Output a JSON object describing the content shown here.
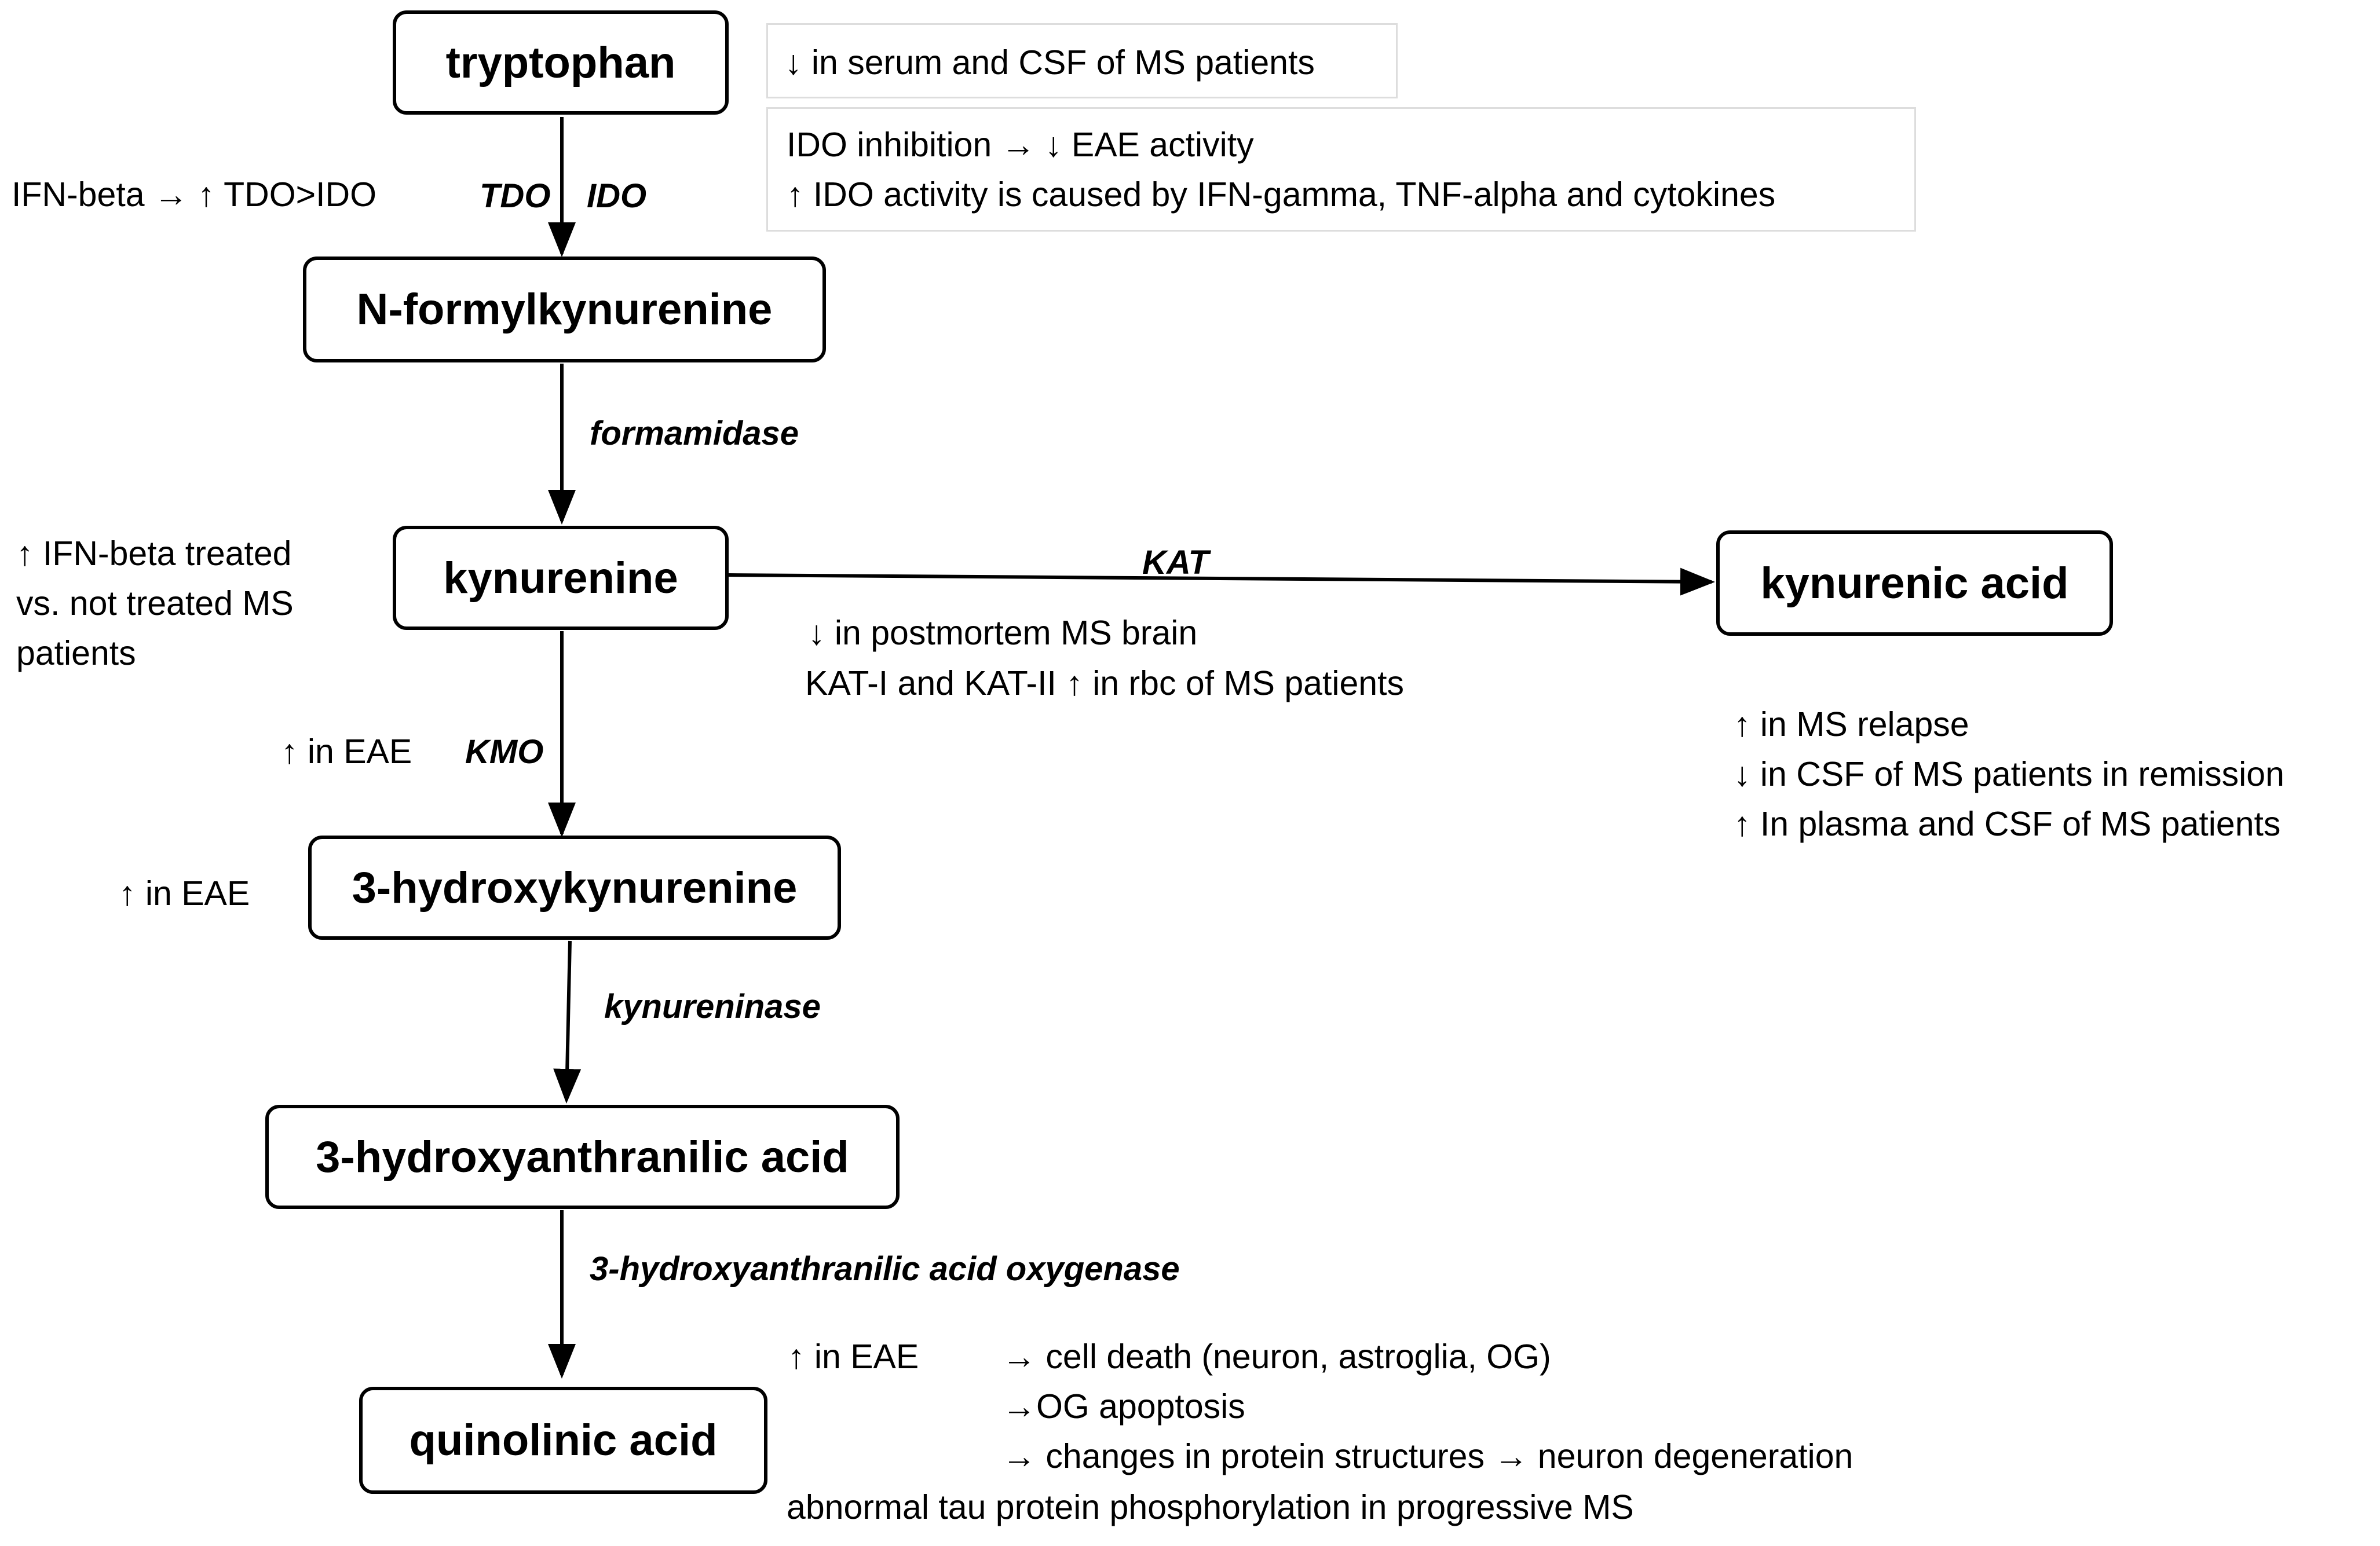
{
  "nodes": {
    "tryptophan": "tryptophan",
    "n_formylkynurenine": "N-formylkynurenine",
    "kynurenine": "kynurenine",
    "kynurenic_acid": "kynurenic acid",
    "hydroxykynurenine": "3-hydroxykynurenine",
    "hydroxyanthranilic_acid": "3-hydroxyanthranilic acid",
    "quinolinic_acid": "quinolinic acid"
  },
  "enzymes": {
    "tdo": "TDO",
    "ido": "IDO",
    "formamidase": "formamidase",
    "kat": "KAT",
    "kmo": "KMO",
    "kynureninase": "kynureninase",
    "oxygenase": "3-hydroxyanthranilic acid oxygenase"
  },
  "notes": {
    "tryptophan_csf": "↓ in serum and CSF of MS patients",
    "ido_inhibition": "IDO inhibition → ↓ EAE activity",
    "ido_activity": "↑ IDO activity is caused by IFN-gamma, TNF-alpha and cytokines",
    "ifn_beta_tdo": "IFN-beta → ↑ TDO>IDO",
    "kyn_ifn": [
      "↑   IFN-beta treated",
      "vs. not treated MS",
      "patients"
    ],
    "kat_postmortem": "↓   in postmortem MS brain",
    "kat_rbc": "KAT-I and KAT-II ↑ in rbc of MS patients",
    "kyna_lines": [
      "↑   in MS relapse",
      "↓   in CSF of MS patients in remission",
      "↑ In plasma and CSF of MS patients"
    ],
    "kmo_eae": "↑ in EAE",
    "hk_eae": "↑ in EAE",
    "qa_eae": "↑    in EAE",
    "qa_effects": [
      "→ cell death (neuron, astroglia, OG)",
      "→OG apoptosis",
      "→ changes in protein structures → neuron degeneration"
    ],
    "qa_tau": "abnormal tau protein phosphorylation in progressive MS"
  },
  "colors": {
    "line": "#000000",
    "note_box_border": "#dddddd"
  }
}
